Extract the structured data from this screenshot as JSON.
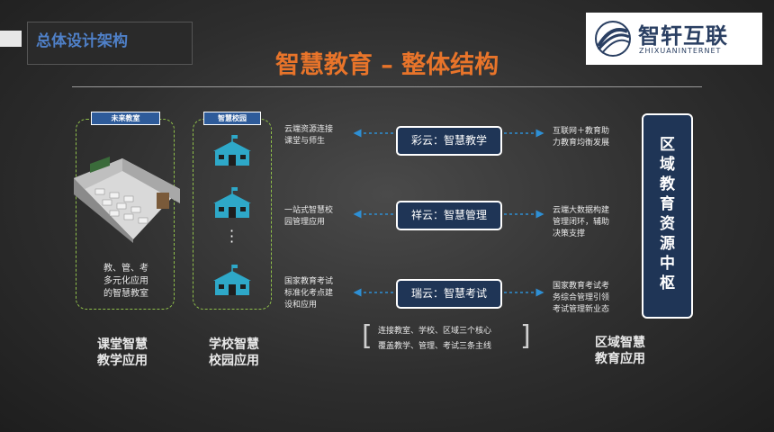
{
  "header": {
    "title": "总体设计架构"
  },
  "logo": {
    "cn": "智轩互联",
    "en": "ZHIXUANINTERNET"
  },
  "main_title": "智慧教育 – 整体结构",
  "left": {
    "tab": "未来教室",
    "note": [
      "教、管、考",
      "多元化应用",
      "的智慧教室"
    ],
    "label": [
      "课堂智慧",
      "教学应用"
    ]
  },
  "school": {
    "tab": "智慧校园",
    "label": [
      "学校智慧",
      "校园应用"
    ]
  },
  "rows": [
    {
      "left": [
        "云端资源连接",
        "课堂与师生"
      ],
      "cloud": "彩云：智慧教学",
      "right": [
        "互联网＋教育助",
        "力教育均衡发展"
      ]
    },
    {
      "left": [
        "一站式智慧校",
        "园管理应用"
      ],
      "cloud": "祥云：智慧管理",
      "right": [
        "云端大数据构建",
        "管理闭环，辅助",
        "决策支撑"
      ]
    },
    {
      "left": [
        "国家教育考试",
        "标准化考点建",
        "设和应用"
      ],
      "cloud": "瑞云：智慧考试",
      "right": [
        "国家教育考试考",
        "务综合管理引领",
        "考试管理新业态"
      ]
    }
  ],
  "center_note": [
    "连接教室、学校、区域三个核心",
    "覆盖教学、管理、考试三条主线"
  ],
  "hub": [
    "区",
    "域",
    "教",
    "育",
    "资",
    "源",
    "中",
    "枢"
  ],
  "region_label": [
    "区域智慧",
    "教育应用"
  ],
  "colors": {
    "accent": "#e8742a",
    "navy": "#1f3556",
    "green": "#8fbf4a",
    "blue": "#2e8fd4",
    "school": "#2ea8c8"
  },
  "icons": [
    "school-building-icon",
    "classroom-illustration",
    "logo-mark-icon"
  ]
}
